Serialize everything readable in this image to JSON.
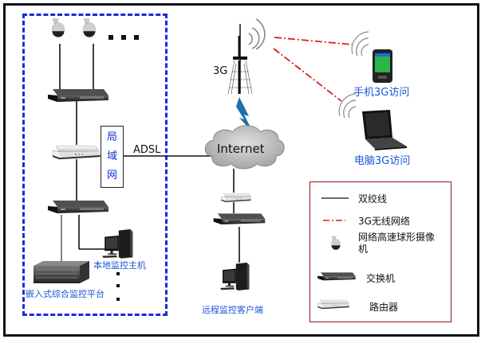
{
  "diagram": {
    "title": "3G network video surveillance topology",
    "labels": {
      "lan": [
        "局",
        "域",
        "网"
      ],
      "adsl": "ADSL",
      "tower": "3G",
      "internet": "Internet",
      "phone_access": "手机3G访问",
      "laptop_access": "电脑3G访问",
      "local_host": "本地监控主机",
      "embedded_platform": "嵌入式综合监控平台",
      "remote_client": "远程监控客户端"
    },
    "legend": {
      "items": [
        {
          "icon": "solid-line-icon",
          "label": "双绞线"
        },
        {
          "icon": "dash-dot-line-icon",
          "label": "3G无线网络"
        },
        {
          "icon": "dome-camera-icon",
          "label": "网络高速球形摄像机"
        },
        {
          "icon": "switch-icon",
          "label": "交换机"
        },
        {
          "icon": "router-icon",
          "label": "路由器"
        }
      ]
    },
    "colors": {
      "lan_border": "#1a2bdc",
      "wireless_link": "#e31b1b",
      "label_blue": "#1a56d6",
      "legend_border": "#8b1a1a",
      "lightning": "#1f6fa8"
    }
  }
}
